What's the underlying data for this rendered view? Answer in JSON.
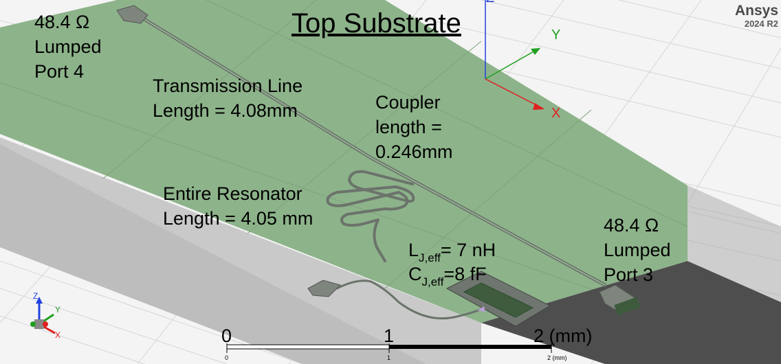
{
  "title": "Top Substrate",
  "brand": {
    "name": "Ansys",
    "version": "2024 R2"
  },
  "labels": {
    "port4": [
      "48.4 Ω",
      "Lumped",
      "Port 4"
    ],
    "port3": [
      "48.4 Ω",
      "Lumped",
      "Port 3"
    ],
    "transmission_line": [
      "Transmission Line",
      "Length = 4.08mm"
    ],
    "coupler": [
      "Coupler",
      "length =",
      "0.246mm"
    ],
    "resonator": [
      "Entire Resonator",
      "Length = 4.05 mm"
    ],
    "lj": {
      "sym": "L",
      "sub": "J,eff",
      "val": "= 7 nH"
    },
    "cj": {
      "sym": "C",
      "sub": "J,eff",
      "val": "=8 fF"
    }
  },
  "axes": {
    "x": "X",
    "y": "Y",
    "z": "Z"
  },
  "scale_bar": {
    "ticks": [
      "0",
      "1",
      "2 (mm)"
    ],
    "small_ticks": [
      "0",
      "1",
      "2 (mm)"
    ]
  },
  "colors": {
    "substrate_top": "#8db38a",
    "substrate_side": "#c9c9c9",
    "substrate_front": "#4e4e4e",
    "grid": "#dcdcdc",
    "trace": "#6b736b",
    "x_axis": "#e02020",
    "y_axis": "#20a020",
    "z_axis": "#2040e0"
  }
}
